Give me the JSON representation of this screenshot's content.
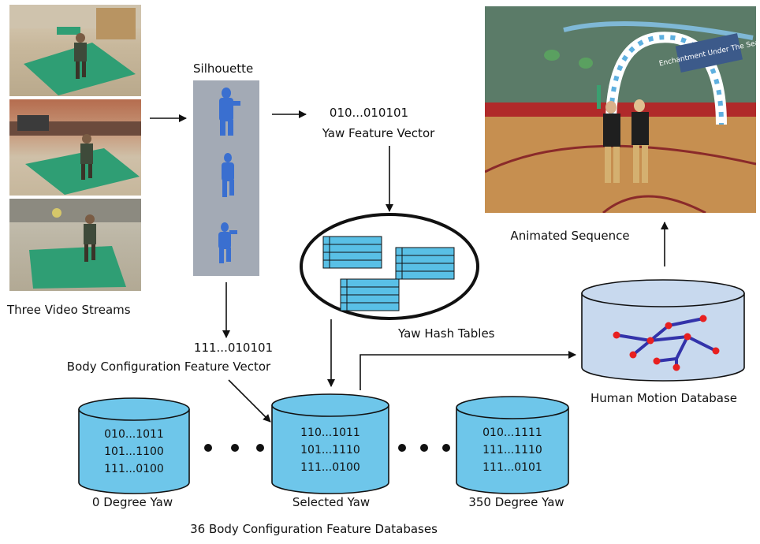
{
  "labels": {
    "silhouette": "Silhouette",
    "three_video_streams": "Three Video Streams",
    "yaw_vector_bits": "010...010101",
    "yaw_vector_title": "Yaw Feature Vector",
    "yaw_hash_tables": "Yaw Hash Tables",
    "body_vector_bits": "111...010101",
    "body_vector_title": "Body Configuration Feature Vector",
    "animated_sequence": "Animated Sequence",
    "human_motion_database": "Human Motion Database",
    "databases_caption": "36 Body Configuration Feature Databases"
  },
  "databases": [
    {
      "label": "0 Degree Yaw",
      "lines": [
        "010...1011",
        "101...1100",
        "111...0100"
      ]
    },
    {
      "label": "Selected Yaw",
      "lines": [
        "110...1011",
        "101...1110",
        "111...0100"
      ]
    },
    {
      "label": "350 Degree Yaw",
      "lines": [
        "010...1111",
        "111...1110",
        "111...0101"
      ]
    }
  ],
  "banner_text": "Enchantment Under The Sea",
  "colors": {
    "db_fill": "#6ec6ea",
    "db_stroke": "#111111",
    "hash_table": "#59c0e6",
    "silhouette_bg": "#a3aab5",
    "silhouette_figure": "#3a6fd0",
    "motion_db_fill": "#c8d9ee",
    "skeleton_bone": "#3333aa",
    "skeleton_joint": "#e82020",
    "green_mat": "#2f9e74"
  }
}
